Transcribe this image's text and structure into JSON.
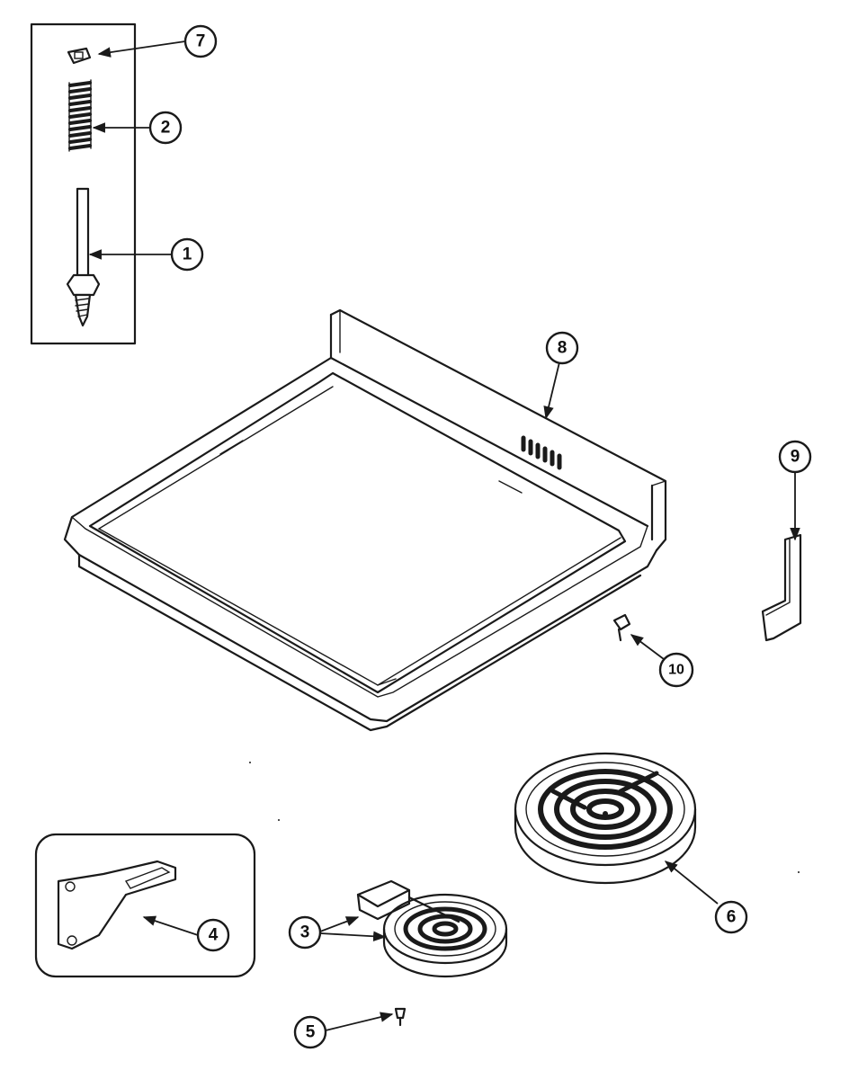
{
  "callouts": [
    {
      "key": "c7",
      "label": "7"
    },
    {
      "key": "c2",
      "label": "2"
    },
    {
      "key": "c1",
      "label": "1"
    },
    {
      "key": "c8",
      "label": "8"
    },
    {
      "key": "c9",
      "label": "9"
    },
    {
      "key": "c10",
      "label": "10"
    },
    {
      "key": "c6",
      "label": "6"
    },
    {
      "key": "c4",
      "label": "4"
    },
    {
      "key": "c3",
      "label": "3"
    },
    {
      "key": "c5",
      "label": "5"
    }
  ]
}
